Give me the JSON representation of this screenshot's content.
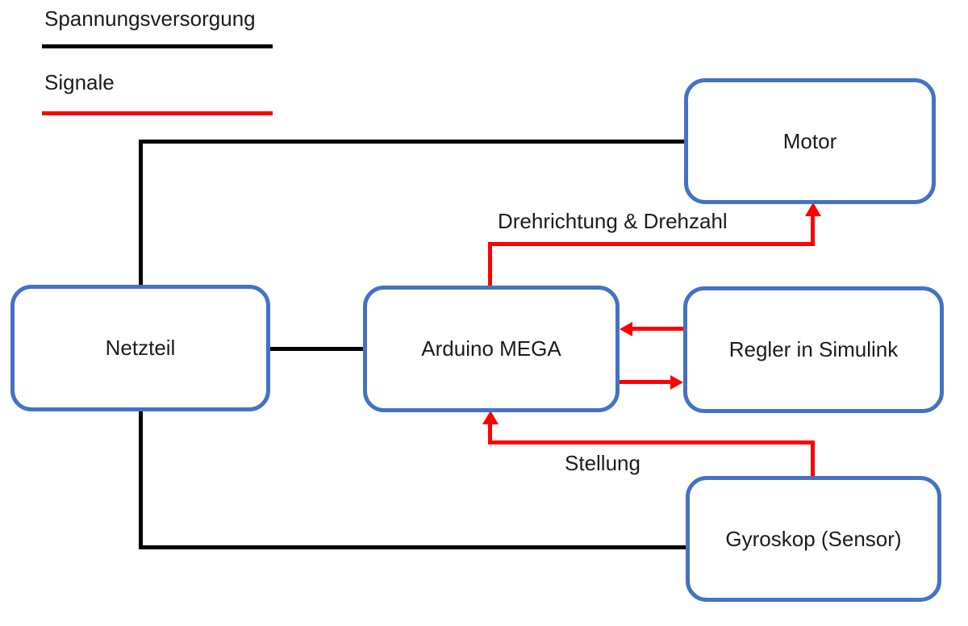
{
  "diagram": {
    "legend": {
      "items": [
        {
          "id": "power",
          "label": "Spannungsversorgung",
          "color": "#000000"
        },
        {
          "id": "signal",
          "label": "Signale",
          "color": "#ff0000"
        }
      ]
    },
    "nodes": {
      "motor": {
        "label": "Motor"
      },
      "netzteil": {
        "label": "Netzteil"
      },
      "arduino": {
        "label": "Arduino MEGA"
      },
      "regler": {
        "label": "Regler in Simulink"
      },
      "gyroskop": {
        "label": "Gyroskop (Sensor)"
      }
    },
    "edges": {
      "netzteil_to_motor": {
        "type": "power"
      },
      "netzteil_to_arduino": {
        "type": "power"
      },
      "netzteil_to_gyroskop": {
        "type": "power"
      },
      "arduino_to_motor": {
        "type": "signal",
        "label": "Drehrichtung & Drehzahl"
      },
      "regler_to_arduino": {
        "type": "signal",
        "label": ""
      },
      "arduino_to_regler": {
        "type": "signal",
        "label": ""
      },
      "gyroskop_to_arduino": {
        "type": "signal",
        "label": "Stellung"
      }
    },
    "colors": {
      "box_border": "#4472c4",
      "power_line": "#000000",
      "signal_line": "#ff0000",
      "text": "#1b1b1b",
      "background": "#ffffff"
    }
  }
}
